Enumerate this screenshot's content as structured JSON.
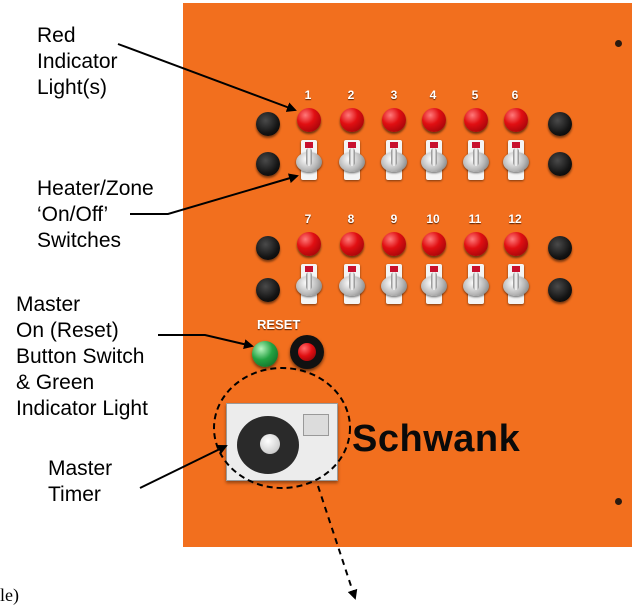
{
  "callouts": {
    "red_indicator": "Red\nIndicator\nLight(s)",
    "heater_switches": "Heater/Zone\n‘On/Off’\nSwitches",
    "master_on": "Master\nOn (Reset)\nButton Switch\n& Green\nIndicator Light",
    "master_timer": "Master\nTimer",
    "fragment": "le)"
  },
  "panel": {
    "zone_numbers_top": [
      "1",
      "2",
      "3",
      "4",
      "5",
      "6"
    ],
    "zone_numbers_bottom": [
      "7",
      "8",
      "9",
      "10",
      "11",
      "12"
    ],
    "reset_label": "RESET",
    "brand": "Schwank",
    "colors": {
      "panel": "#f26f1e",
      "indicator": "#e10f12",
      "green": "#23a342"
    }
  }
}
